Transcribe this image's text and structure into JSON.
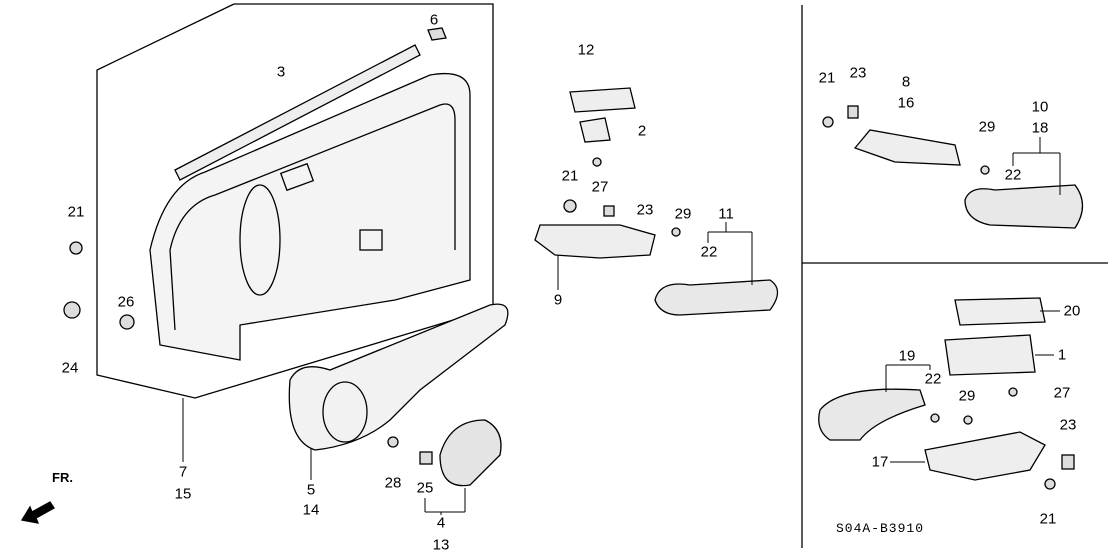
{
  "diagram_code": "S04A-B3910",
  "direction_marker": "FR.",
  "callouts": [
    {
      "id": "c6",
      "text": "6"
    },
    {
      "id": "c3",
      "text": "3"
    },
    {
      "id": "c21a",
      "text": "21"
    },
    {
      "id": "c26",
      "text": "26"
    },
    {
      "id": "c24",
      "text": "24"
    },
    {
      "id": "c7",
      "text": "7"
    },
    {
      "id": "c15",
      "text": "15"
    },
    {
      "id": "c5",
      "text": "5"
    },
    {
      "id": "c14",
      "text": "14"
    },
    {
      "id": "c28",
      "text": "28"
    },
    {
      "id": "c25",
      "text": "25"
    },
    {
      "id": "c4",
      "text": "4"
    },
    {
      "id": "c13",
      "text": "13"
    },
    {
      "id": "c12",
      "text": "12"
    },
    {
      "id": "c2",
      "text": "2"
    },
    {
      "id": "c27a",
      "text": "27"
    },
    {
      "id": "c21b",
      "text": "21"
    },
    {
      "id": "c23a",
      "text": "23"
    },
    {
      "id": "c29a",
      "text": "29"
    },
    {
      "id": "c11",
      "text": "11"
    },
    {
      "id": "c22a",
      "text": "22"
    },
    {
      "id": "c9",
      "text": "9"
    },
    {
      "id": "c21c",
      "text": "21"
    },
    {
      "id": "c23b",
      "text": "23"
    },
    {
      "id": "c8",
      "text": "8"
    },
    {
      "id": "c16",
      "text": "16"
    },
    {
      "id": "c29b",
      "text": "29"
    },
    {
      "id": "c10",
      "text": "10"
    },
    {
      "id": "c18",
      "text": "18"
    },
    {
      "id": "c22b",
      "text": "22"
    },
    {
      "id": "c20",
      "text": "20"
    },
    {
      "id": "c19",
      "text": "19"
    },
    {
      "id": "c22c",
      "text": "22"
    },
    {
      "id": "c1",
      "text": "1"
    },
    {
      "id": "c29c",
      "text": "29"
    },
    {
      "id": "c27b",
      "text": "27"
    },
    {
      "id": "c23c",
      "text": "23"
    },
    {
      "id": "c17",
      "text": "17"
    },
    {
      "id": "c21d",
      "text": "21"
    }
  ]
}
